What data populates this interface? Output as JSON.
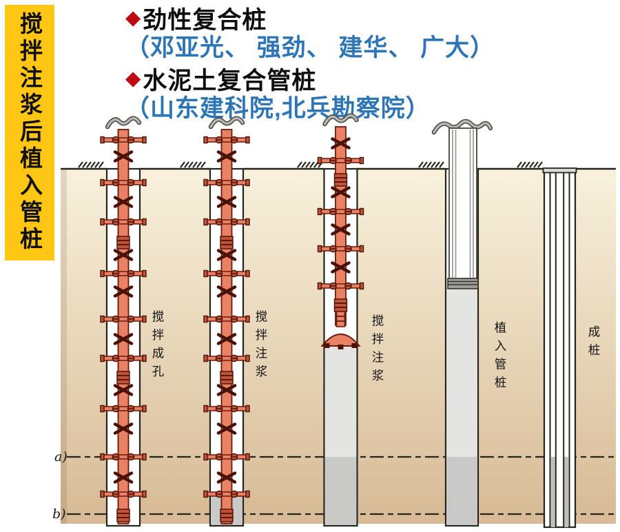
{
  "banner": {
    "text": "搅拌注浆后植入管桩"
  },
  "header": {
    "items": [
      {
        "bullet": "◆",
        "title": "劲性复合桩",
        "subtitle": "（邓亚光、 强劲、 建华、 广大）"
      },
      {
        "bullet": "◆",
        "title": "水泥土复合管桩",
        "subtitle": "（山东建科院,北兵勘察院）"
      }
    ]
  },
  "diagram": {
    "stage_labels": [
      "搅拌成孔",
      "搅拌注浆",
      "搅拌注浆",
      "植入管桩",
      "成桩"
    ],
    "depth_markers": [
      "a)",
      "b)"
    ],
    "colors": {
      "banner-bg": "#FFC613",
      "bullet-red": "#BE0A11",
      "subtitle-blue": "#2E75B6",
      "title-black": "#0D0D0D",
      "soil-top": "#F8F1DC",
      "soil-bottom": "#D7BA95",
      "line-dark": "#24241C",
      "shaft-fill": "#E98265",
      "shaft-stroke": "#69190A",
      "metal-dark": "#4A1106",
      "metal-mid": "#C0543A",
      "grout-light": "#E4E4E2",
      "grout-mid": "#C9C9C7",
      "grout-dark": "#C2C0BE",
      "pile-gray": "#9D9D9B",
      "cable-gray": "#B9B9B7"
    }
  }
}
